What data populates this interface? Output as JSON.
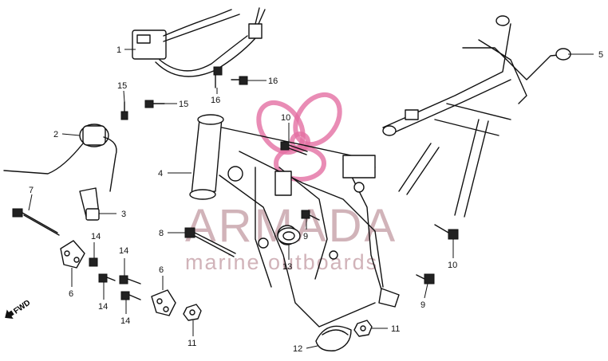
{
  "watermark": {
    "brand": "ARMADA",
    "tagline": "marine outboards",
    "color": "#c9a6ad",
    "logo_color": "#e36fa3"
  },
  "direction_marker": {
    "label": "FWD"
  },
  "callouts": {
    "c1": "1",
    "c2": "2",
    "c3": "3",
    "c4": "4",
    "c5": "5",
    "c6a": "6",
    "c6b": "6",
    "c7": "7",
    "c8": "8",
    "c9a": "9",
    "c9b": "9",
    "c10a": "10",
    "c10b": "10",
    "c11a": "11",
    "c11b": "11",
    "c12": "12",
    "c13": "13",
    "c14a": "14",
    "c14b": "14",
    "c14c": "14",
    "c14d": "14",
    "c15a": "15",
    "c15b": "15",
    "c16a": "16",
    "c16b": "16"
  }
}
